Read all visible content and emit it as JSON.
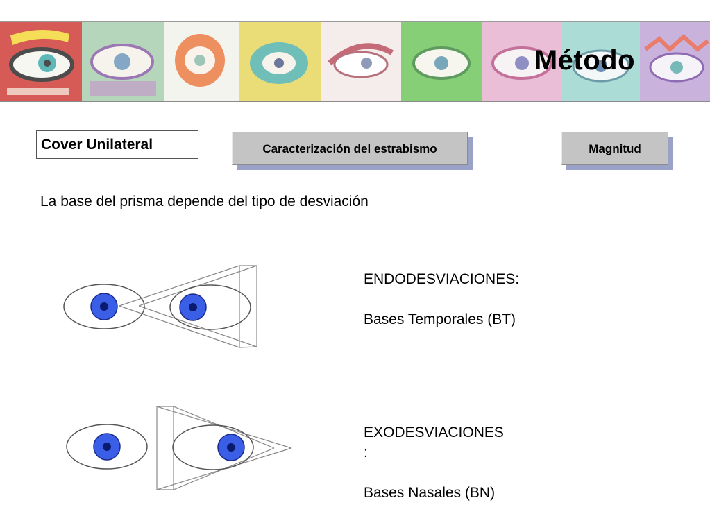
{
  "header": {
    "title": "Método"
  },
  "section": {
    "label": "Cover Unilateral"
  },
  "buttons": {
    "characterization": "Caracterización del estrabismo",
    "magnitude": "Magnitud"
  },
  "content": {
    "subtitle": "La base del prisma depende del tipo de desviación",
    "endo": {
      "heading": "ENDODESVIACIONES:",
      "bases": "Bases Temporales (BT)"
    },
    "exo": {
      "heading_line1": "EXODESVIACIONES",
      "heading_line2": ":",
      "bases": "Bases Nasales (BN)"
    }
  },
  "colors": {
    "iris": "#3a5fe6",
    "pupil": "#0a1a6e",
    "outline": "#555555",
    "button_bg": "#c4c4c4",
    "button_shadow": "#9aa2c8"
  }
}
